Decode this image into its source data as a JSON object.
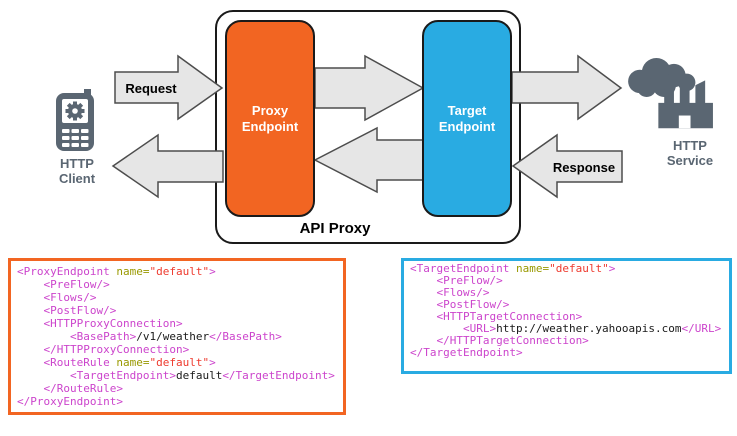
{
  "diagram": {
    "api_proxy_label": "API Proxy",
    "request_label": "Request",
    "response_label": "Response",
    "client_label": "HTTP\nClient",
    "service_label": "HTTP\nService",
    "proxy_endpoint_label": "Proxy\nEndpoint",
    "target_endpoint_label": "Target\nEndpoint",
    "colors": {
      "proxy_endpoint": "#F26522",
      "target_endpoint": "#29ABE2",
      "arrow_fill": "#E6E6E6",
      "arrow_stroke": "#4D4D4D",
      "icon_gray": "#5A6672",
      "container_border": "#1A1A1A"
    }
  },
  "syntax_colors": {
    "tag": "#CC44CC",
    "attr": "#999900",
    "val": "#EE3A2E",
    "text": "#1A1A1A"
  },
  "code_blocks": {
    "proxy": {
      "border_color": "#F26522",
      "lines": [
        [
          {
            "t": "tag",
            "s": "<ProxyEndpoint "
          },
          {
            "t": "attr",
            "s": "name="
          },
          {
            "t": "val",
            "s": "\"default\""
          },
          {
            "t": "tag",
            "s": ">"
          }
        ],
        [
          {
            "t": "tag",
            "s": "    <PreFlow/>"
          }
        ],
        [
          {
            "t": "tag",
            "s": "    <Flows/>"
          }
        ],
        [
          {
            "t": "tag",
            "s": "    <PostFlow/>"
          }
        ],
        [
          {
            "t": "tag",
            "s": "    <HTTPProxyConnection>"
          }
        ],
        [
          {
            "t": "tag",
            "s": "        <BasePath>"
          },
          {
            "t": "text",
            "s": "/v1/weather"
          },
          {
            "t": "tag",
            "s": "</BasePath>"
          }
        ],
        [
          {
            "t": "tag",
            "s": "    </HTTPProxyConnection>"
          }
        ],
        [
          {
            "t": "tag",
            "s": "    <RouteRule "
          },
          {
            "t": "attr",
            "s": "name="
          },
          {
            "t": "val",
            "s": "\"default\""
          },
          {
            "t": "tag",
            "s": ">"
          }
        ],
        [
          {
            "t": "tag",
            "s": "        <TargetEndpoint>"
          },
          {
            "t": "text",
            "s": "default"
          },
          {
            "t": "tag",
            "s": "</TargetEndpoint>"
          }
        ],
        [
          {
            "t": "tag",
            "s": "    </RouteRule>"
          }
        ],
        [
          {
            "t": "tag",
            "s": "</ProxyEndpoint>"
          }
        ]
      ]
    },
    "target": {
      "border_color": "#29ABE2",
      "lines": [
        [
          {
            "t": "tag",
            "s": "<TargetEndpoint "
          },
          {
            "t": "attr",
            "s": "name="
          },
          {
            "t": "val",
            "s": "\"default\""
          },
          {
            "t": "tag",
            "s": ">"
          }
        ],
        [
          {
            "t": "tag",
            "s": "    <PreFlow/>"
          }
        ],
        [
          {
            "t": "tag",
            "s": "    <Flows/>"
          }
        ],
        [
          {
            "t": "tag",
            "s": "    <PostFlow/>"
          }
        ],
        [
          {
            "t": "tag",
            "s": "    <HTTPTargetConnection>"
          }
        ],
        [
          {
            "t": "tag",
            "s": "        <URL>"
          },
          {
            "t": "text",
            "s": "http://weather.yahooapis.com"
          },
          {
            "t": "tag",
            "s": "</URL>"
          }
        ],
        [
          {
            "t": "tag",
            "s": "    </HTTPTargetConnection>"
          }
        ],
        [
          {
            "t": "tag",
            "s": "</TargetEndpoint>"
          }
        ]
      ]
    }
  }
}
